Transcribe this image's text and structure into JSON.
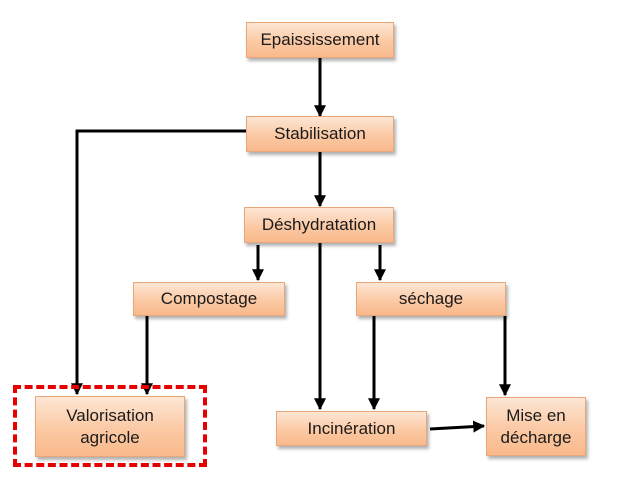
{
  "nodes": {
    "epaississement": "Epaississement",
    "stabilisation": "Stabilisation",
    "deshydratation": "Déshydratation",
    "compostage": "Compostage",
    "sechage": "séchage",
    "valorisation": "Valorisation agricole",
    "incineration": "Incinération",
    "mise_en_decharge": "Mise en décharge"
  },
  "colors": {
    "box_fill_top": "#fde6d4",
    "box_fill_bottom": "#f9b98b",
    "box_border": "#e7a77a",
    "arrow": "#000000",
    "highlight": "#e60000"
  }
}
